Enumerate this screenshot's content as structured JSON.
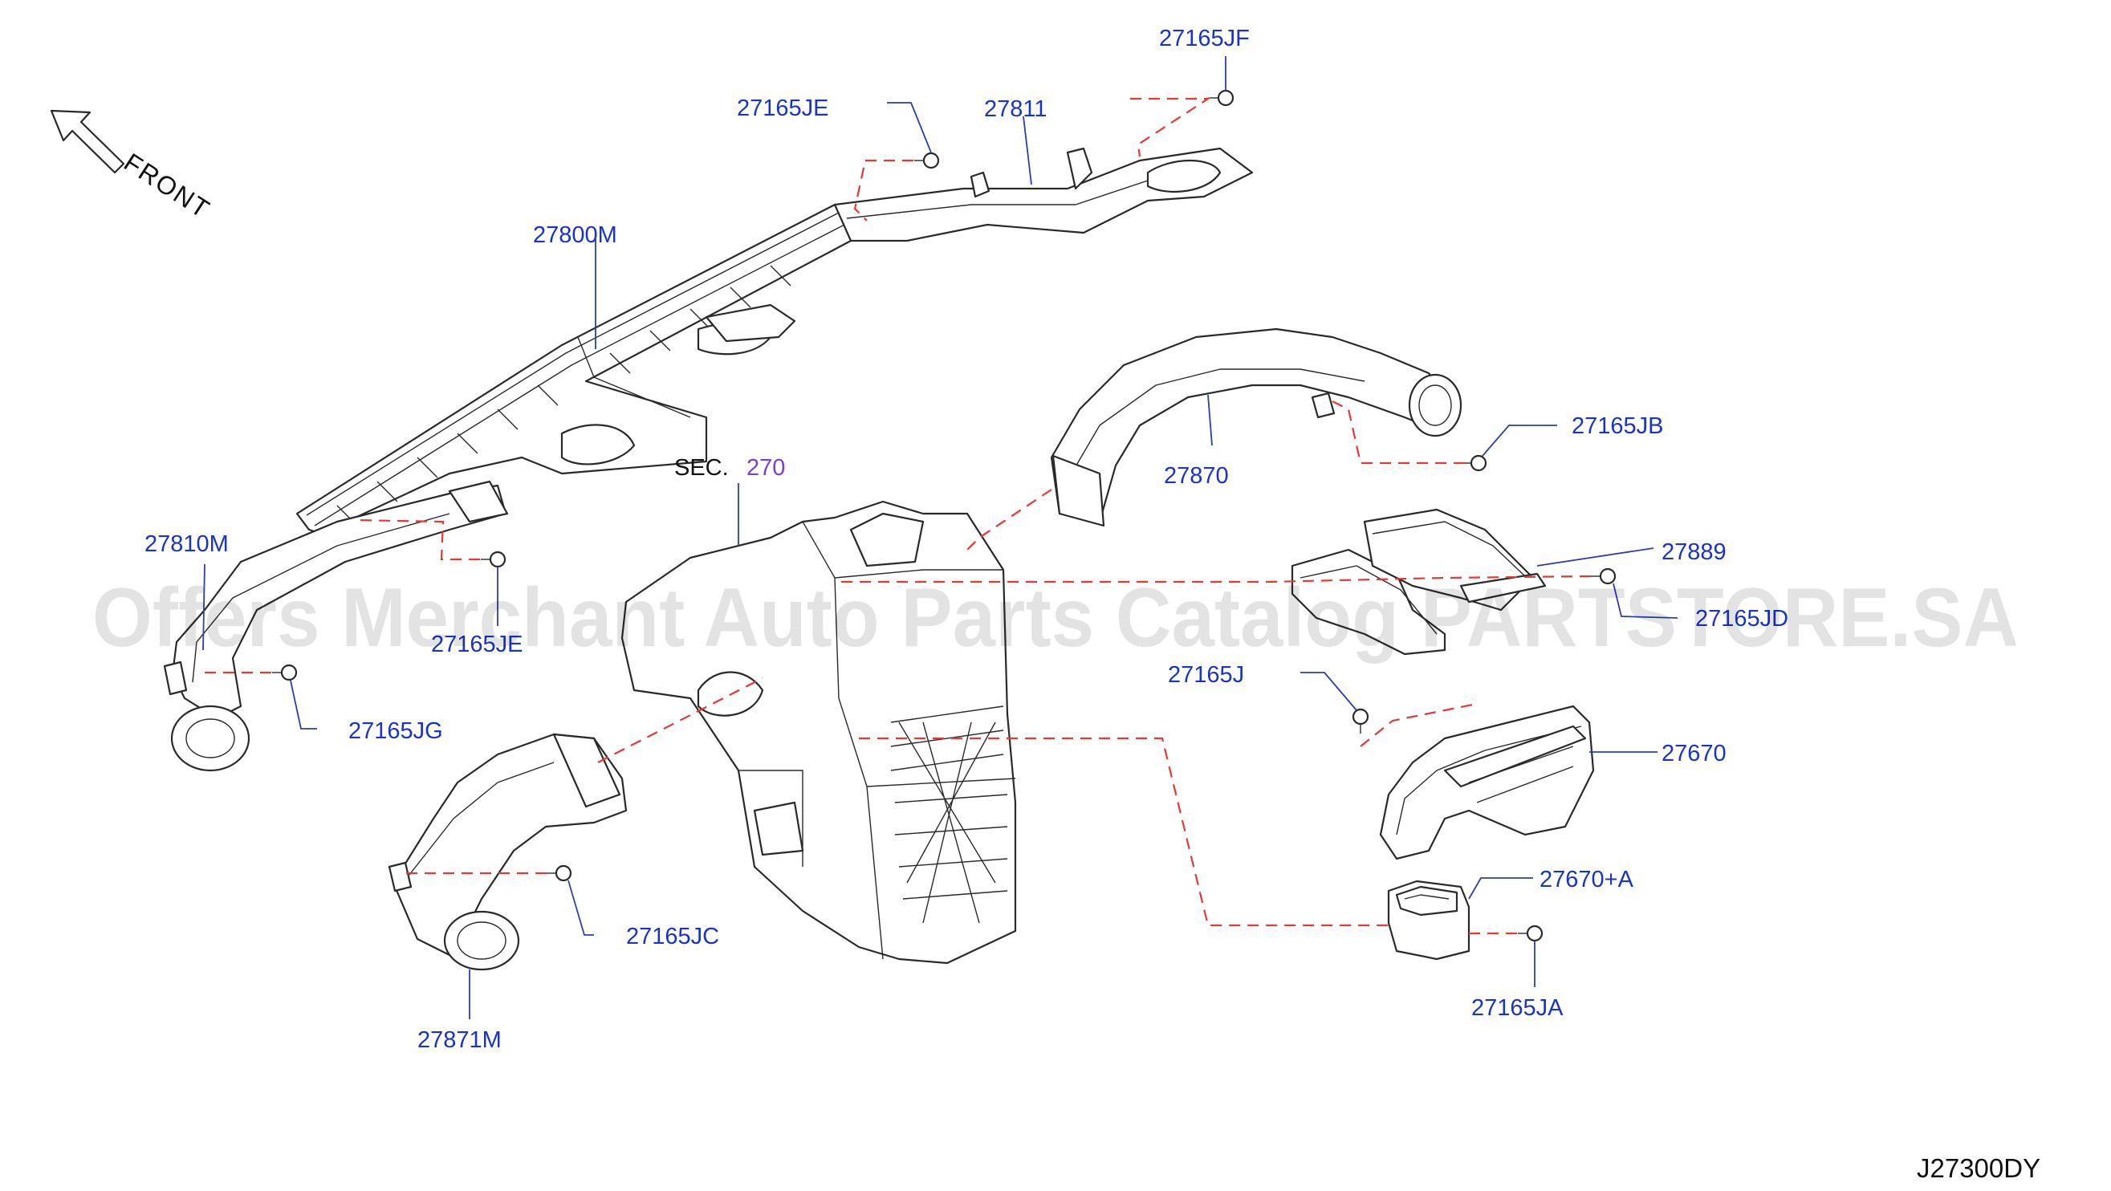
{
  "diagram": {
    "front_label": "FRONT",
    "sec_label": "SEC.",
    "sec_ref": "270",
    "diagram_code": "J27300DY",
    "watermark": "Offers Merchant Auto Parts Catalog PARTSTORE.SA",
    "callouts": {
      "c_27165JF": "27165JF",
      "c_27165JE_top": "27165JE",
      "c_27811": "27811",
      "c_27800M": "27800M",
      "c_27870": "27870",
      "c_27165JB": "27165JB",
      "c_27810M": "27810M",
      "c_27165JE_left": "27165JE",
      "c_27889": "27889",
      "c_27165JD": "27165JD",
      "c_27165J": "27165J",
      "c_27670": "27670",
      "c_27165JG": "27165JG",
      "c_27165JC": "27165JC",
      "c_27670A": "27670+A",
      "c_27871M": "27871M",
      "c_27165JA": "27165JA"
    },
    "colors": {
      "callout_text": "#1a33c8",
      "leader_line": "#2b3fb0",
      "dashed_line": "#e53935",
      "part_outline": "#2a2a2a",
      "section_ref": "#7b3fd6"
    }
  }
}
